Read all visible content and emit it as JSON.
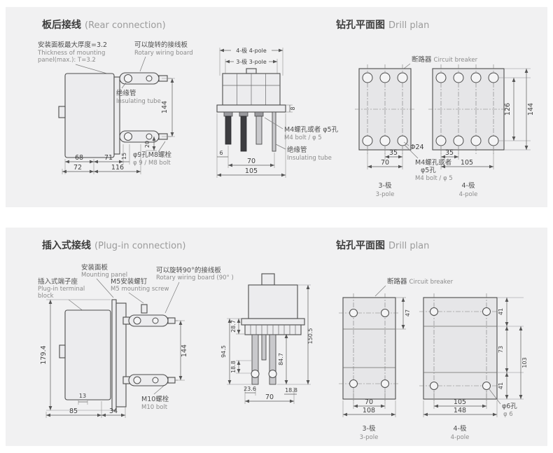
{
  "rear": {
    "title_zh": "板后接线",
    "title_en": "(Rear connection)",
    "drill_title_zh": "钻孔平面图",
    "drill_title_en": "Drill plan",
    "side": {
      "thickness_zh": "安装面板最大厚度=3.2",
      "thickness_en1": "Thickness of mounting",
      "thickness_en2": "panel(max.): T=3.2",
      "rotary_zh": "可以旋转的接线板",
      "rotary_en": "Rotary wiring board",
      "insul_zh": "绝缘管",
      "insul_en": "Insulating tube",
      "bolt_zh": "φ9孔M8螺栓",
      "bolt_en": "φ 9 / M8 bolt",
      "d144": "144",
      "d20": "20",
      "d15": "15",
      "d68": "68",
      "d71": "71",
      "d72": "72",
      "d116": "116"
    },
    "front": {
      "pole4": "4-极 4-pole",
      "pole3": "3-极 3-pole",
      "d8": "8",
      "m4_zh": "M4螺孔或者 φ5孔",
      "m4_en": "M4 bolt / φ 5",
      "insul_zh": "绝缘管",
      "insul_en": "Insulating tube",
      "d6": "6",
      "d70": "70",
      "d105": "105"
    },
    "drill": {
      "breaker_zh": "断路器",
      "breaker_en": "Circuit breaker",
      "d126": "126",
      "d144": "144",
      "d35a": "35",
      "d70": "70",
      "phi24": "Φ24",
      "m4_zh1": "M4螺孔或者",
      "m4_zh2": "φ5孔",
      "m4_en": "M4 bolt / φ 5",
      "d35b": "35",
      "d105": "105",
      "pole3_zh": "3-极",
      "pole3_en": "3-pole",
      "pole4_zh": "4-极",
      "pole4_en": "4-pole"
    }
  },
  "plugin": {
    "title_zh": "插入式接线",
    "title_en": "(Plug-in connection)",
    "drill_title_zh": "钻孔平面图",
    "drill_title_en": "Drill plan",
    "side": {
      "mount_zh": "安装面板",
      "mount_en": "Mounting panel",
      "block_zh": "插入式端子座",
      "block_en1": "Plug-in terminal",
      "block_en2": "block",
      "m5_zh": "M5安装螺钉",
      "m5_en": "M5 mounting screw",
      "rotary_zh": "可以旋转90°的接线板",
      "rotary_en": "Rotary wiring board (90° )",
      "d179": "179.4",
      "d144": "144",
      "d13": "13",
      "d85": "85",
      "d34": "34",
      "m10_zh": "M10螺栓",
      "m10_en": "M10 bolt"
    },
    "front": {
      "d94": "94.5",
      "d28": "28.7",
      "d18a": "18.8",
      "d23": "23.6",
      "d84": "84.7",
      "d150": "150.5",
      "d70": "70",
      "d18b": "18.8"
    },
    "drill": {
      "breaker_zh": "断路器",
      "breaker_en": "Circuit breaker",
      "d47": "47",
      "d41a": "41",
      "d73": "73",
      "d103": "103",
      "d41b": "41",
      "d70": "70",
      "d108": "108",
      "d105": "105",
      "d148": "148",
      "hole_zh": "φ6孔",
      "hole_en": "φ 6",
      "pole3_zh": "3-极",
      "pole3_en": "3-pole",
      "pole4_zh": "4-极",
      "pole4_en": "4-pole"
    }
  }
}
